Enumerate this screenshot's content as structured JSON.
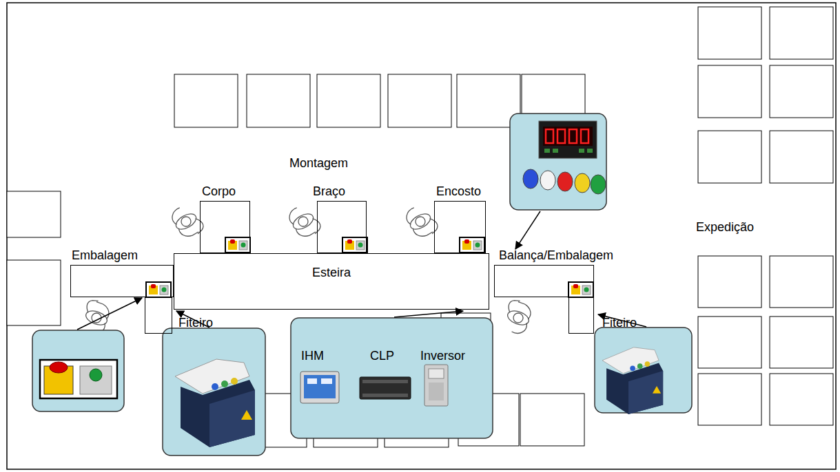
{
  "diagram": {
    "nodes": [
      {
        "text": [
          "Corpo"
        ]
      },
      {
        "text": [
          "Braço"
        ]
      },
      {
        "text": [
          "Encosto"
        ]
      },
      {
        "text": [
          "Embalagem"
        ]
      },
      {
        "text": [
          "Esteira"
        ]
      },
      {
        "text": [
          "Balança/Embalagem"
        ]
      },
      {
        "text": [
          "Fiteiro"
        ]
      },
      {
        "text": [
          "IHM",
          "CLP",
          "Inversor"
        ]
      },
      {
        "text": [
          "Fiteiro"
        ]
      }
    ],
    "labels": [
      "Montagem",
      "Expedição"
    ]
  }
}
